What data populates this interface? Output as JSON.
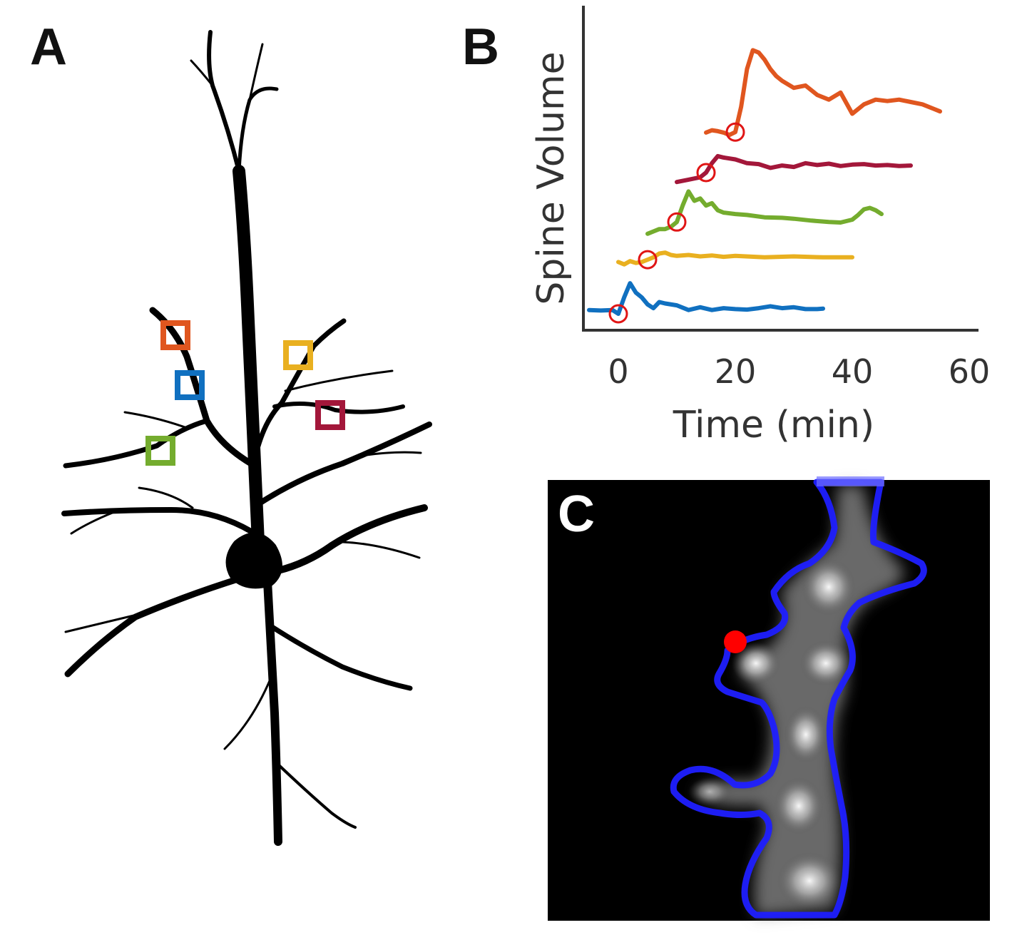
{
  "panels": {
    "a": {
      "label": "A"
    },
    "b": {
      "label": "B"
    },
    "c": {
      "label": "C"
    }
  },
  "colors": {
    "orange": "#e0561f",
    "crimson": "#a3173a",
    "green": "#74ac2e",
    "yellow": "#e9b020",
    "blue": "#1070c0",
    "marker": "#e01515",
    "outline": "#1f1fff",
    "dendrite": "#000000"
  },
  "chart_data": {
    "type": "line",
    "xlabel": "Time (min)",
    "ylabel": "Spine Volume",
    "xlim": [
      -5,
      60
    ],
    "xticks": [
      0,
      20,
      40,
      60
    ],
    "grid": false,
    "series": [
      {
        "color": "blue",
        "marker_x": 0,
        "x": [
          -5,
          -3,
          -1,
          0,
          1,
          2,
          3,
          4,
          5,
          6,
          7,
          8,
          10,
          12,
          14,
          16,
          18,
          20,
          22,
          24,
          26,
          28,
          30,
          32,
          34,
          35
        ],
        "y": [
          0.8,
          0.7,
          0.8,
          0,
          3.5,
          6.5,
          4.5,
          3.5,
          2,
          1.2,
          2.5,
          2.2,
          1.8,
          0.8,
          1.4,
          0.8,
          1.2,
          1,
          0.9,
          1.2,
          1.6,
          1.2,
          1.4,
          1.0,
          1.0,
          1.1
        ]
      },
      {
        "color": "yellow",
        "marker_x": 5,
        "x": [
          0,
          1,
          2,
          3,
          4,
          5,
          6,
          7,
          8,
          9,
          10,
          12,
          14,
          16,
          18,
          20,
          25,
          30,
          35,
          40
        ],
        "y": [
          11,
          10.5,
          11.2,
          10.8,
          11,
          11.5,
          12,
          12.8,
          13,
          12.5,
          12.3,
          12.5,
          12.2,
          12.4,
          12.1,
          12.3,
          12.0,
          12.2,
          12.0,
          12.0
        ]
      },
      {
        "color": "green",
        "marker_x": 10,
        "x": [
          5,
          6,
          7,
          8,
          9,
          10,
          11,
          12,
          13,
          14,
          15,
          16,
          17,
          18,
          20,
          22,
          25,
          28,
          30,
          33,
          36,
          38,
          40,
          41,
          42,
          43,
          44,
          45
        ],
        "y": [
          17,
          17.5,
          18,
          18,
          18.5,
          19.5,
          23,
          26,
          24,
          24.5,
          23,
          23.5,
          22,
          21.5,
          21.2,
          21,
          20.5,
          20.4,
          20.2,
          19.8,
          19.5,
          19.4,
          20,
          21,
          22.2,
          22.5,
          22,
          21.2
        ]
      },
      {
        "color": "crimson",
        "marker_x": 15,
        "x": [
          10,
          12,
          14,
          15,
          16,
          17,
          18,
          20,
          22,
          24,
          26,
          28,
          30,
          32,
          34,
          36,
          38,
          40,
          42,
          44,
          46,
          48,
          50
        ],
        "y": [
          28,
          28.5,
          29,
          30,
          32,
          33.5,
          33.2,
          32.8,
          32,
          31.8,
          31,
          31.5,
          31.2,
          32,
          31.6,
          31.9,
          31.4,
          31.7,
          31.8,
          31.5,
          31.6,
          31.4,
          31.5
        ]
      },
      {
        "color": "orange",
        "marker_x": 20,
        "x": [
          15,
          16,
          17,
          18,
          19,
          20,
          21,
          22,
          23,
          24,
          25,
          26,
          27,
          28,
          30,
          32,
          34,
          36,
          38,
          40,
          42,
          44,
          46,
          48,
          50,
          52,
          54,
          55
        ],
        "y": [
          38.5,
          39,
          38.8,
          38.5,
          38,
          38.6,
          44,
          52,
          56,
          55.5,
          54,
          52,
          50.5,
          49.5,
          48,
          48.5,
          46.5,
          45.5,
          47,
          42.5,
          44.5,
          45.5,
          45.2,
          45.5,
          45,
          44.5,
          43.5,
          43
        ]
      }
    ]
  }
}
